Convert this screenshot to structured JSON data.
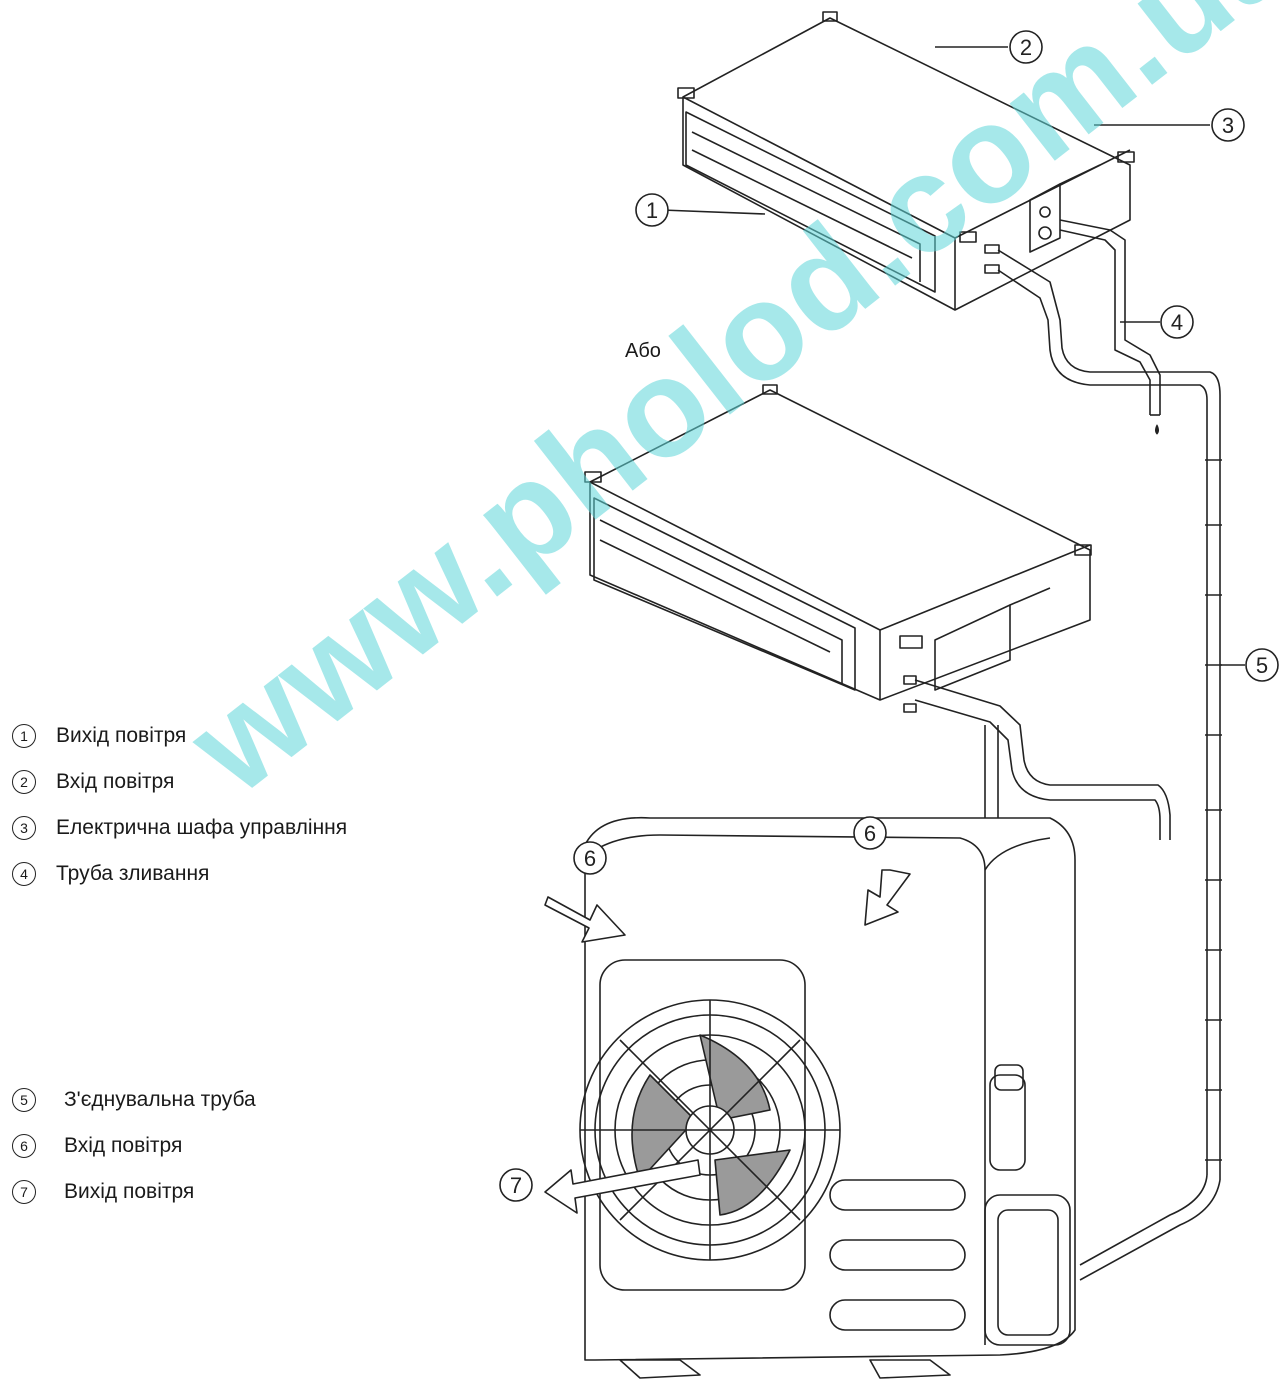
{
  "legend": [
    {
      "num": "1",
      "label": "Вихід повітря"
    },
    {
      "num": "2",
      "label": "Вхід повітря"
    },
    {
      "num": "3",
      "label": "Електрична шафа управління"
    },
    {
      "num": "4",
      "label": "Труба зливання"
    },
    {
      "num": "5",
      "label": "З'єднувальна труба"
    },
    {
      "num": "6",
      "label": "Вхід повітря"
    },
    {
      "num": "7",
      "label": "Вихід повітря"
    }
  ],
  "callouts": {
    "c1": "1",
    "c2": "2",
    "c3": "3",
    "c4": "4",
    "c5": "5",
    "c6a": "6",
    "c6b": "6",
    "c7": "7"
  },
  "or_text": "Або",
  "watermark": "www.pholod.com.ua",
  "colors": {
    "watermark": "#5fd7d9",
    "line": "#222222",
    "fan_blade": "#9a9a9a"
  }
}
